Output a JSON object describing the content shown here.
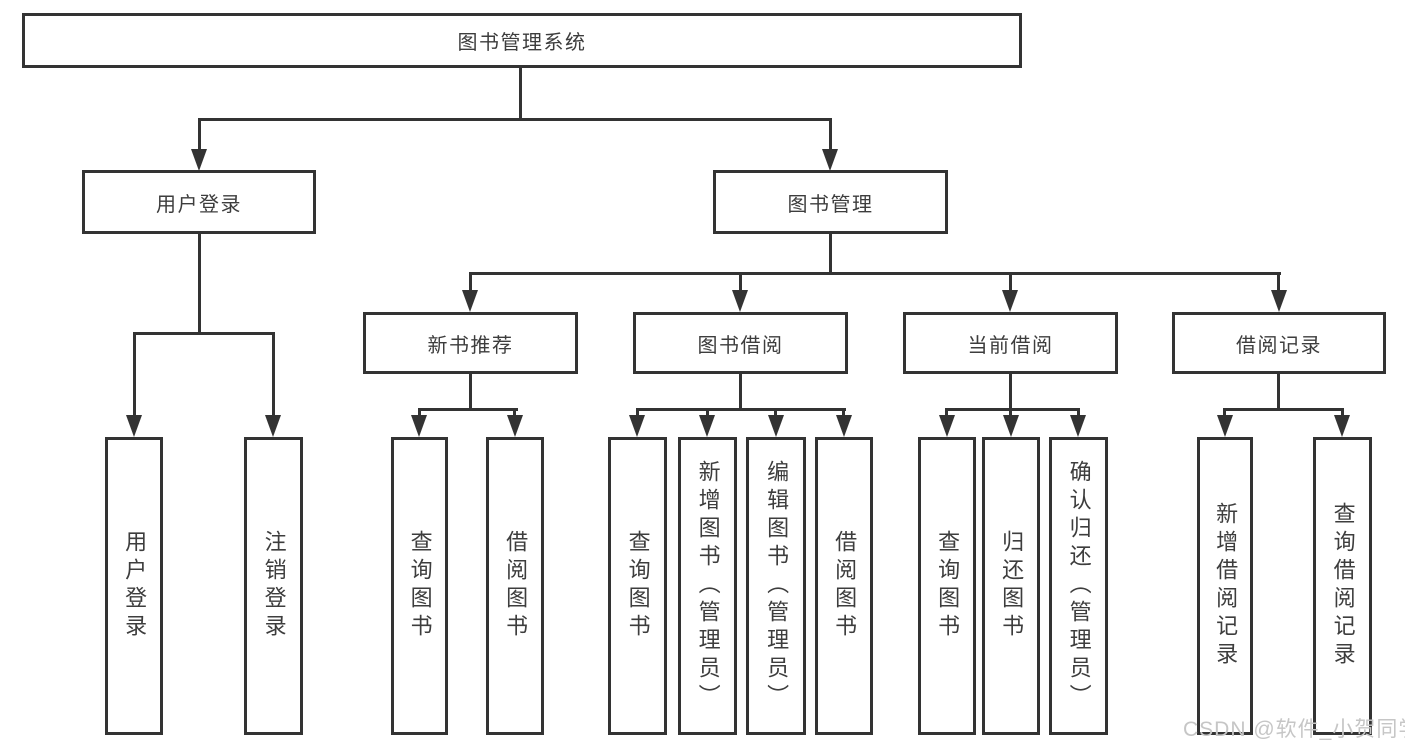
{
  "diagram": {
    "root": "图书管理系统",
    "user_login": {
      "label": "用户登录",
      "children": [
        "用户登录",
        "注销登录"
      ]
    },
    "book_management": {
      "label": "图书管理",
      "children": {
        "new_book_recommendation": {
          "label": "新书推荐",
          "children": [
            "查询图书",
            "借阅图书"
          ]
        },
        "book_borrowing": {
          "label": "图书借阅",
          "children": [
            "查询图书",
            "新增图书（管理员）",
            "编辑图书（管理员）",
            "借阅图书"
          ]
        },
        "current_borrowing": {
          "label": "当前借阅",
          "children": [
            "查询图书",
            "归还图书",
            "确认归还（管理员）"
          ]
        },
        "borrowing_records": {
          "label": "借阅记录",
          "children": [
            "新增借阅记录",
            "查询借阅记录"
          ]
        }
      }
    }
  },
  "watermark": "CSDN @软件_小贺同学",
  "colors": {
    "line": "#333333",
    "text": "#3d3d3d",
    "watermark": "#c6c6c6",
    "background": "#ffffff"
  }
}
